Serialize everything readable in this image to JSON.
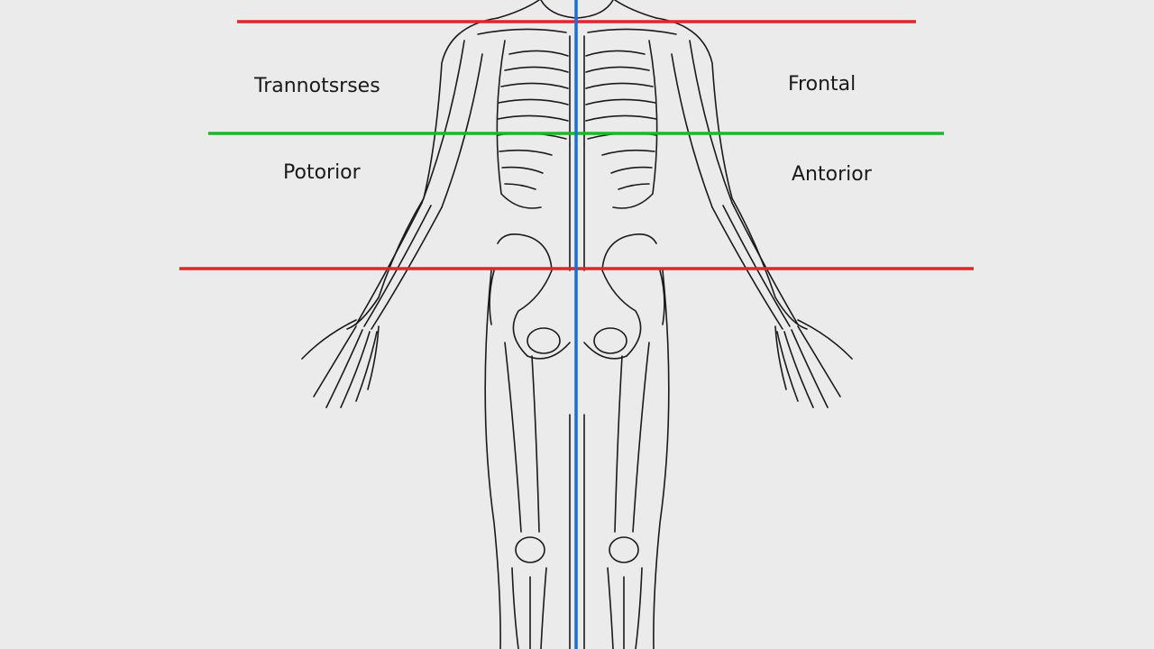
{
  "labels": {
    "top_left": "Trannotsrses",
    "top_right": "Frontal",
    "mid_left": "Potorior",
    "mid_right": "Antorior"
  },
  "colors": {
    "background": "#ebebeb",
    "skeleton_stroke": "#1a1a1a",
    "red_line": "#e0262a",
    "green_line": "#1fb52a",
    "blue_line": "#1c6fd1"
  }
}
